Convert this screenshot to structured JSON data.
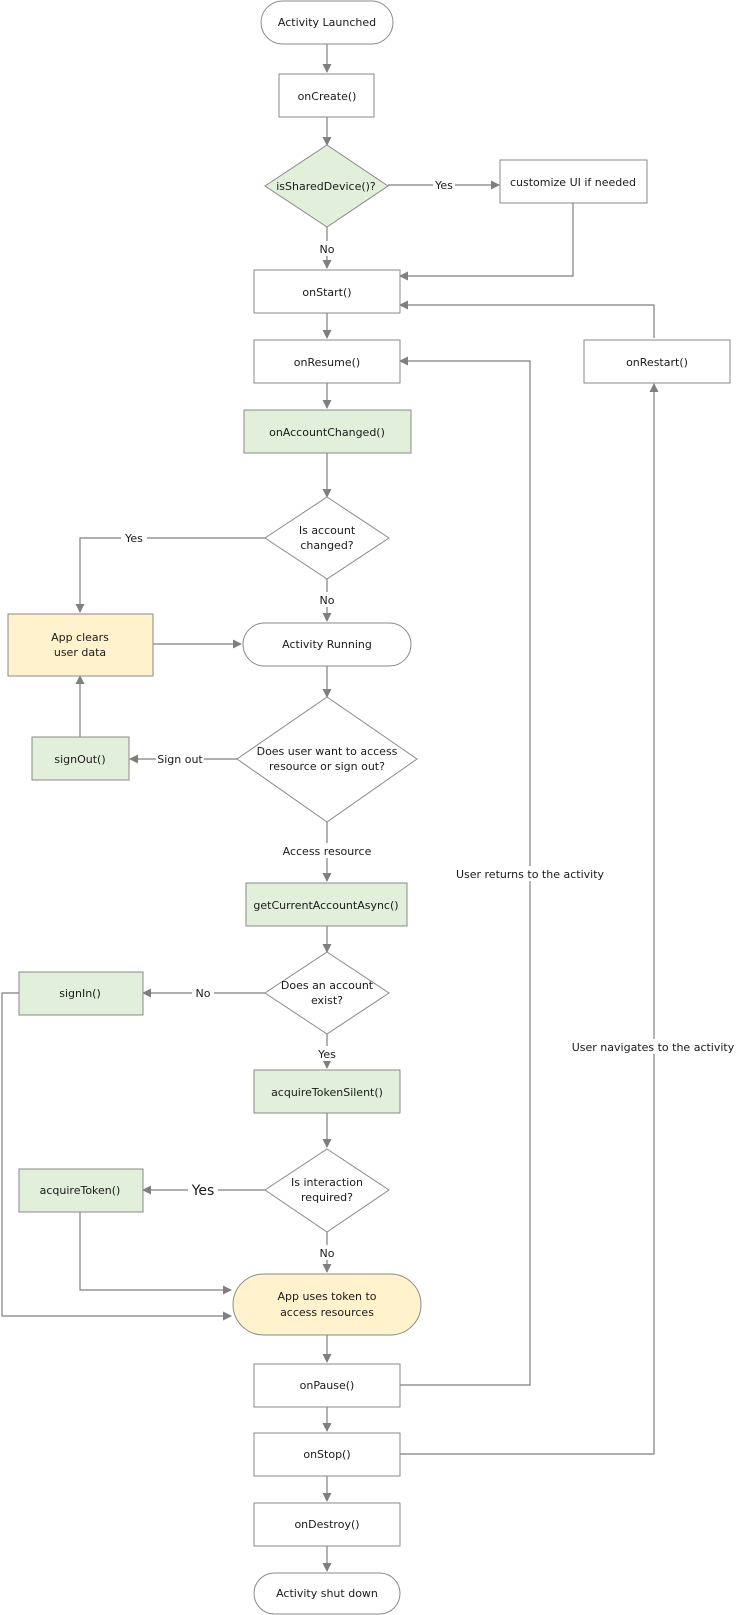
{
  "colors": {
    "green_fill": "#e2efda",
    "yellow_fill": "#fff2cc",
    "border": "#8a8a8a",
    "line": "#7f7f7f"
  },
  "nodes": {
    "activity_launched": "Activity Launched",
    "on_create": "onCreate()",
    "is_shared_device": "isSharedDevice()?",
    "customize_ui": "customize UI if needed",
    "on_start": "onStart()",
    "on_resume": "onResume()",
    "on_restart": "onRestart()",
    "on_account_changed": "onAccountChanged()",
    "is_account_changed": [
      "Is account",
      "changed?"
    ],
    "app_clears_user_data": [
      "App clears",
      "user data"
    ],
    "activity_running": "Activity Running",
    "sign_out": "signOut()",
    "access_or_signout": [
      "Does user want to access",
      "resource or sign out?"
    ],
    "get_current_account": "getCurrentAccountAsync()",
    "sign_in": "signIn()",
    "account_exist": [
      "Does an account",
      "exist?"
    ],
    "acquire_token_silent": "acquireTokenSilent()",
    "acquire_token": "acquireToken()",
    "interaction_required": [
      "Is interaction",
      "required?"
    ],
    "app_uses_token": [
      "App uses token to",
      "access resources"
    ],
    "on_pause": "onPause()",
    "on_stop": "onStop()",
    "on_destroy": "onDestroy()",
    "activity_shut_down": "Activity shut down"
  },
  "edge_labels": {
    "shared_yes": "Yes",
    "shared_no": "No",
    "changed_yes": "Yes",
    "changed_no": "No",
    "sign_out": "Sign out",
    "access_resource": "Access resource",
    "exist_no": "No",
    "exist_yes": "Yes",
    "interaction_yes": "Yes",
    "interaction_no": "No",
    "user_returns": "User returns to the activity",
    "user_navigates": "User navigates to the activity"
  }
}
